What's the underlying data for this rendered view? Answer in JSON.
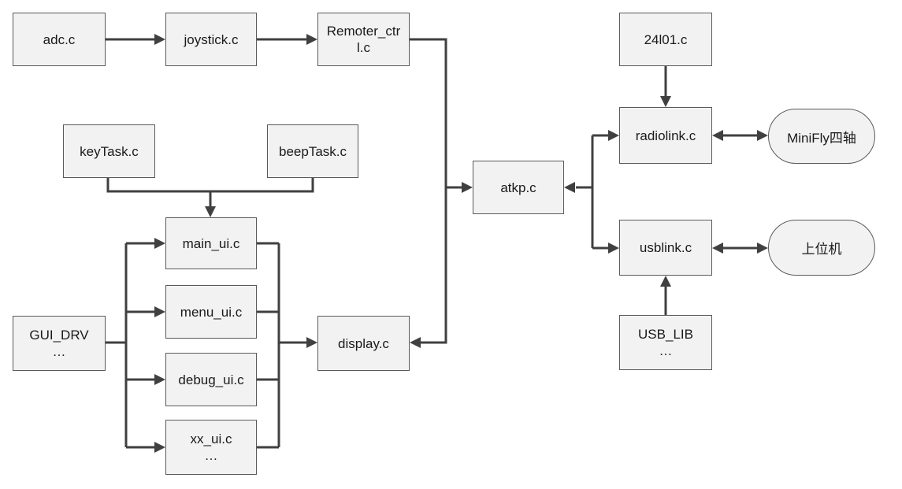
{
  "nodes": {
    "adc": "adc.c",
    "joystick": "joystick.c",
    "remoter_ctrl": "Remoter_ctr\nl.c",
    "keytask": "keyTask.c",
    "beeptask": "beepTask.c",
    "main_ui": "main_ui.c",
    "menu_ui": "menu_ui.c",
    "debug_ui": "debug_ui.c",
    "xx_ui": "xx_ui.c\n…",
    "gui_drv": "GUI_DRV\n…",
    "display": "display.c",
    "atkp": "atkp.c",
    "nrf24l01": "24l01.c",
    "radiolink": "radiolink.c",
    "usblink": "usblink.c",
    "usb_lib": "USB_LIB\n…",
    "minifly": "MiniFly四轴",
    "host_pc": "上位机"
  },
  "colors": {
    "box_fill": "#f2f2f2",
    "box_border": "#5a5a5a",
    "line": "#404040"
  }
}
